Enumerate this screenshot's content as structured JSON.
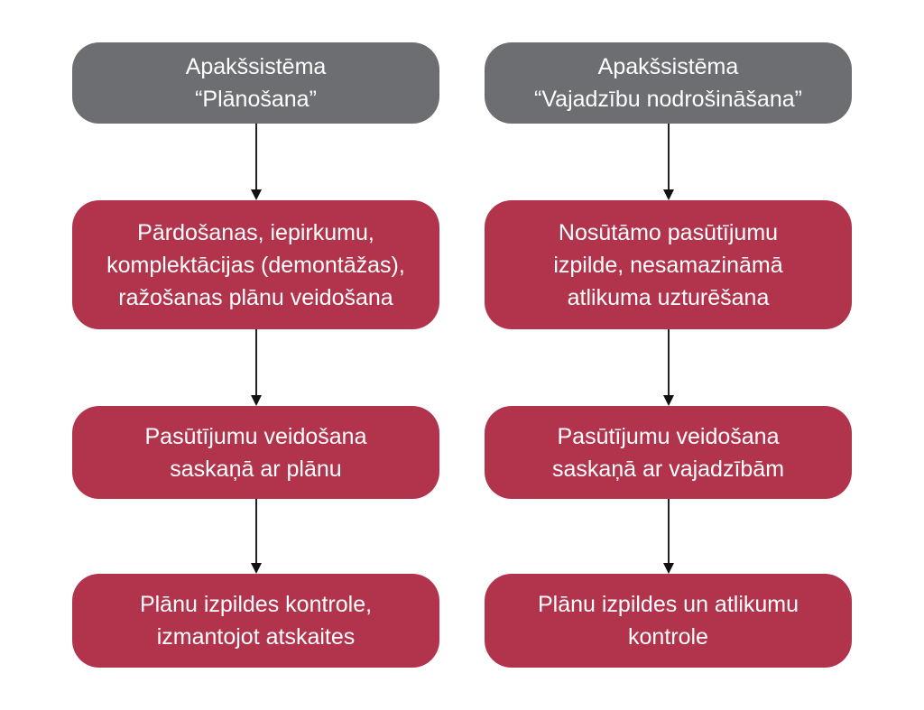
{
  "left": {
    "header": "Apakšsistēma\n“Plānošana”",
    "steps": [
      "Pārdošanas, iepirkumu,\nkomplektācijas (demontāžas),\nražošanas plānu veidošana",
      "Pasūtījumu veidošana\nsaskaņā ar plānu",
      "Plānu izpildes kontrole,\nizmantojot atskaites"
    ]
  },
  "right": {
    "header": "Apakšsistēma\n“Vajadzību nodrošināšana”",
    "steps": [
      "Nosūtāmo pasūtījumu\nizpilde, nesamazināmā\natlikuma uzturēšana",
      "Pasūtījumu veidošana\nsaskaņā ar vajadzībām",
      "Plānu izpildes un atlikumu\nkontrole"
    ]
  },
  "colors": {
    "header": "#6d6e71",
    "step": "#b2344c"
  }
}
